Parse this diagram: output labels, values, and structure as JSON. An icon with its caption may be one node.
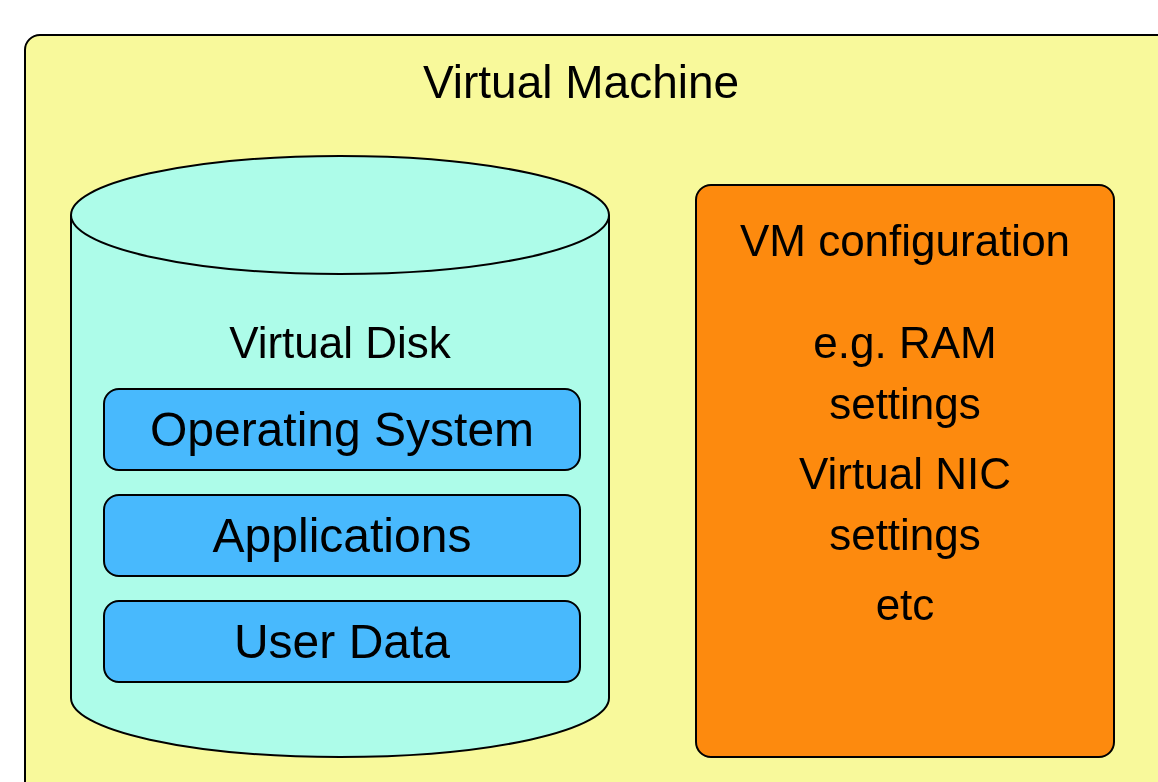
{
  "diagram": {
    "nodes": [
      {
        "text": [
          "Virtual Machine"
        ]
      },
      {
        "text": [
          "Virtual Disk"
        ],
        "in": 0
      },
      {
        "text": [
          "Operating System"
        ],
        "in": 1
      },
      {
        "text": [
          "Applications"
        ],
        "in": 1
      },
      {
        "text": [
          "User Data"
        ],
        "in": 1
      },
      {
        "text": [
          "VM configuration",
          "e.g. RAM settings",
          "Virtual NIC settings",
          "etc"
        ],
        "in": 0
      }
    ]
  }
}
